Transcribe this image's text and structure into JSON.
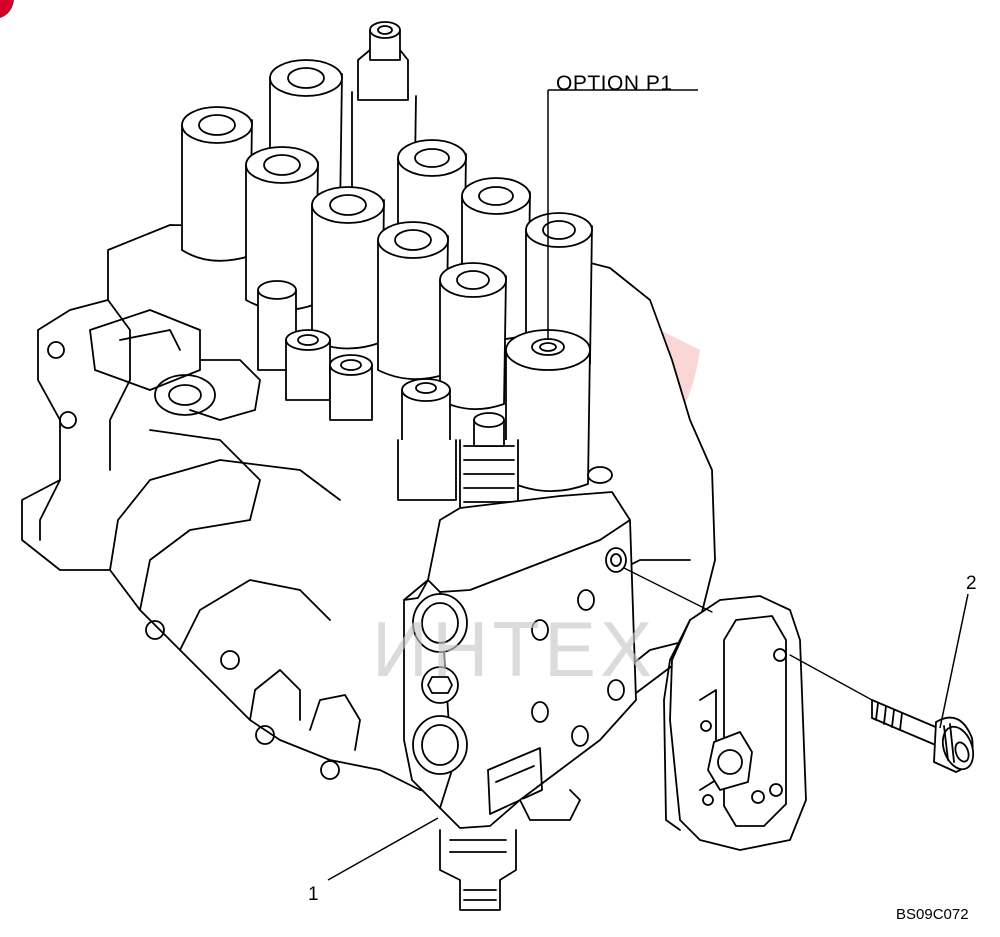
{
  "diagram": {
    "option_label": "OPTION P1",
    "callouts": [
      {
        "number": "1",
        "target": "option valve section"
      },
      {
        "number": "2",
        "target": "bolt"
      }
    ],
    "figure_code": "BS09C072",
    "watermark_text": "ИНТЕХ"
  },
  "colors": {
    "line": "#000000",
    "background": "#ffffff",
    "watermark_logo": "#f08a8a",
    "watermark_text": "#c9c9c9",
    "corner_mark": "#d4002a"
  }
}
